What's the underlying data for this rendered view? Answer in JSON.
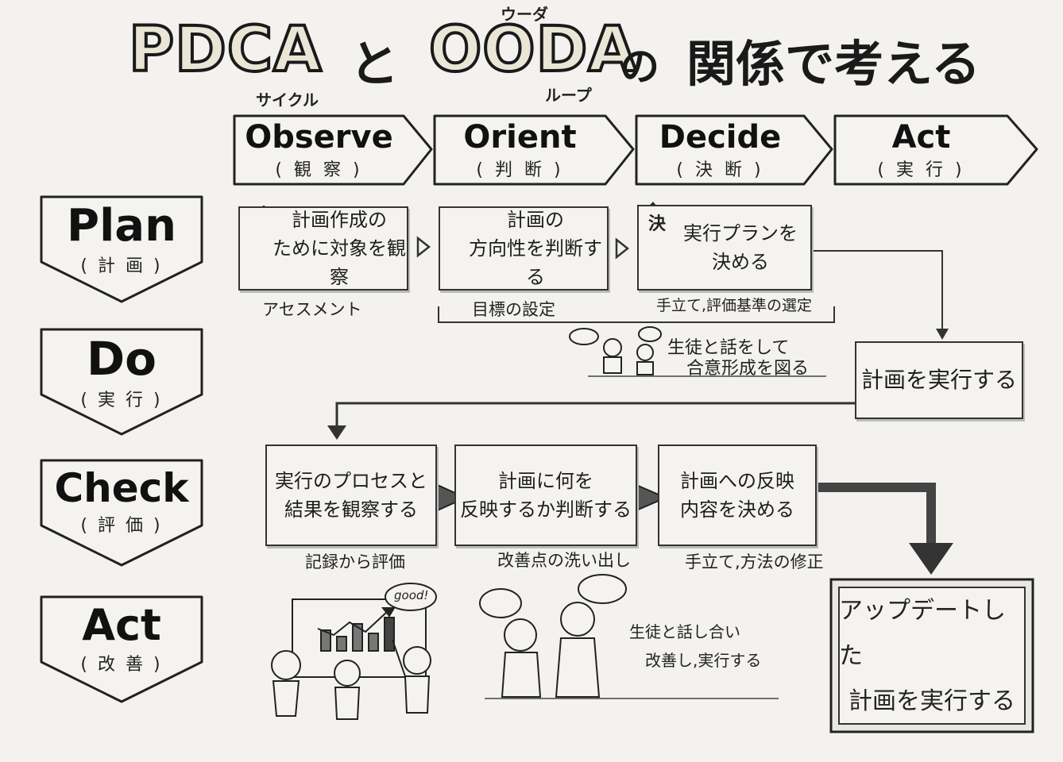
{
  "title": {
    "pdca": "PDCA",
    "to": "と",
    "ooda": "OODA",
    "no": "の",
    "kankei": "関係で考える",
    "ruby_cycle": "サイクル",
    "ruby_ooda": "ウーダ",
    "ruby_loop": "ループ"
  },
  "ooda_phases": [
    {
      "en": "Observe",
      "jp": "( 観 察 )"
    },
    {
      "en": "Orient",
      "jp": "( 判 断 )"
    },
    {
      "en": "Decide",
      "jp": "( 決 断 )"
    },
    {
      "en": "Act",
      "jp": "( 実 行 )"
    }
  ],
  "pdca_phases": [
    {
      "en": "Plan",
      "jp": "( 計 画 )"
    },
    {
      "en": "Do",
      "jp": "( 実 行 )"
    },
    {
      "en": "Check",
      "jp": "( 評 価 )"
    },
    {
      "en": "Act",
      "jp": "( 改 善 )"
    }
  ],
  "plan_row": {
    "box1": {
      "line1": "計画作成の",
      "line2": "ために対象を観察"
    },
    "box2": {
      "line1": "計画の",
      "line2": "方向性を判断する"
    },
    "box3": {
      "line1": "実行プランを",
      "line2": "決める"
    },
    "stamp": "決",
    "caption1": "アセスメント",
    "caption2": "目標の設定",
    "caption3": "手立て,評価基準の選定"
  },
  "do_row": {
    "talk_line1": "生徒と話をして",
    "talk_line2": "合意形成を図る",
    "execute_box": "計画を実行する"
  },
  "check_row": {
    "box1": {
      "line1": "実行のプロセスと",
      "line2": "結果を観察する"
    },
    "box2": {
      "line1": "計画に何を",
      "line2": "反映するか判断する"
    },
    "box3": {
      "line1": "計画への反映",
      "line2": "内容を決める"
    },
    "caption1": "記録から評価",
    "caption2": "改善点の洗い出し",
    "caption3": "手立て,方法の修正"
  },
  "act_row": {
    "bubble": "good!",
    "talk_line1": "生徒と話し合い",
    "talk_line2": "改善し,実行する",
    "update_line1": "アップデートした",
    "update_line2": "計画を実行する"
  }
}
